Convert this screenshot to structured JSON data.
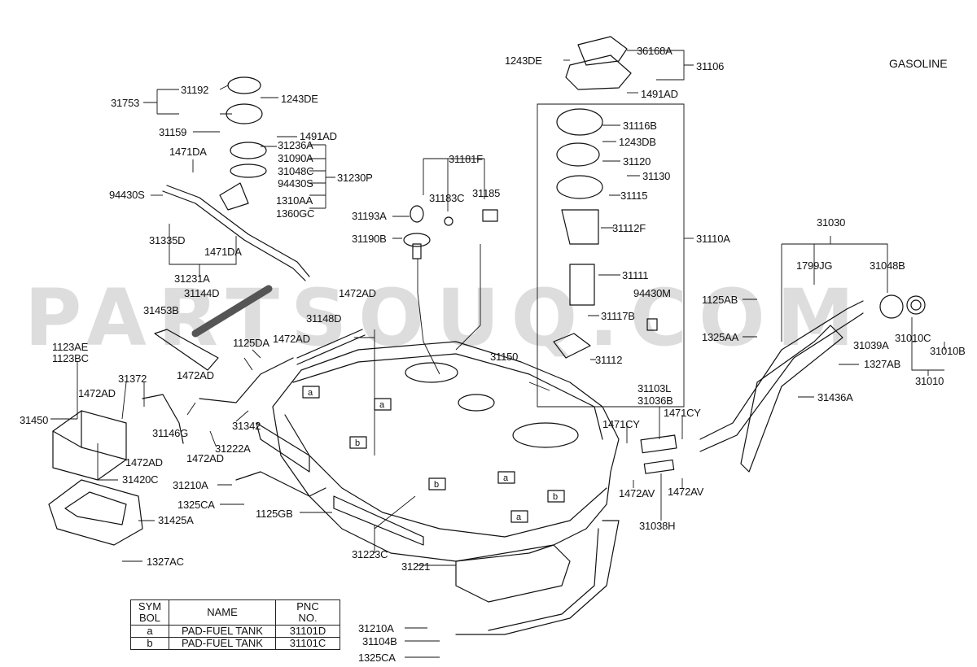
{
  "watermark": "PARTSOUQ.COM",
  "variant": "GASOLINE",
  "callouts": {
    "p36168A": "36168A",
    "p31106": "31106",
    "p1243DE_a": "1243DE",
    "p1491AD_a": "1491AD",
    "p31192": "31192",
    "p31753": "31753",
    "p1243DE_b": "1243DE",
    "p31159": "31159",
    "p1491AD_b": "1491AD",
    "p1471DA_a": "1471DA",
    "p31236A": "31236A",
    "p31090A": "31090A",
    "p31048C": "31048C",
    "p31230P": "31230P",
    "p94430S_a": "94430S",
    "p94430S_b": "94430S",
    "p1310AA": "1310AA",
    "p1360GC": "1360GC",
    "p31335D": "31335D",
    "p1471DA_b": "1471DA",
    "p31231A": "31231A",
    "p31181F": "31181F",
    "p31183C": "31183C",
    "p31185": "31185",
    "p31193A": "31193A",
    "p31190B": "31190B",
    "p31116B": "31116B",
    "p1243DB": "1243DB",
    "p31120": "31120",
    "p31130": "31130",
    "p31115": "31115",
    "p31112F": "31112F",
    "p31110A": "31110A",
    "p31111": "31111",
    "p94430M": "94430M",
    "p31117B": "31117B",
    "p31112": "31112",
    "p31030": "31030",
    "p1799JG": "1799JG",
    "p31048B": "31048B",
    "p1125AB": "1125AB",
    "p1325AA": "1325AA",
    "p31039A": "31039A",
    "p31010C": "31010C",
    "p31010B": "31010B",
    "p1327AB": "1327AB",
    "p31010": "31010",
    "p31436A": "31436A",
    "p31144D": "31144D",
    "p31453B": "31453B",
    "p1472AD_a": "1472AD",
    "p31148D": "31148D",
    "p1125DA": "1125DA",
    "p1472AD_b": "1472AD",
    "p31150": "31150",
    "p1123AE": "1123AE",
    "p1123BC": "1123BC",
    "p31372": "31372",
    "p1472AD_c": "1472AD",
    "p1472AD_d": "1472AD",
    "p31450": "31450",
    "p31146G": "31146G",
    "p31342": "31342",
    "p1472AD_e": "1472AD",
    "p31222A": "31222A",
    "p1472AD_f": "1472AD",
    "p31420C": "31420C",
    "p31425A": "31425A",
    "p31210A_a": "31210A",
    "p1325CA_a": "1325CA",
    "p1125GB": "1125GB",
    "p1327AC": "1327AC",
    "p31223C": "31223C",
    "p31221": "31221",
    "p31103L": "31103L",
    "p31036B": "31036B",
    "p1471CY_a": "1471CY",
    "p1471CY_b": "1471CY",
    "p1472AV_a": "1472AV",
    "p1472AV_b": "1472AV",
    "p31038H": "31038H",
    "p31210A_b": "31210A",
    "p31104B": "31104B",
    "p1325CA_b": "1325CA"
  },
  "legend": {
    "headers": [
      "SYM\nBOL",
      "NAME",
      "PNC\nNO."
    ],
    "rows": [
      {
        "sym": "a",
        "name": "PAD-FUEL TANK",
        "pnc": "31101D"
      },
      {
        "sym": "b",
        "name": "PAD-FUEL TANK",
        "pnc": "31101C"
      }
    ]
  }
}
